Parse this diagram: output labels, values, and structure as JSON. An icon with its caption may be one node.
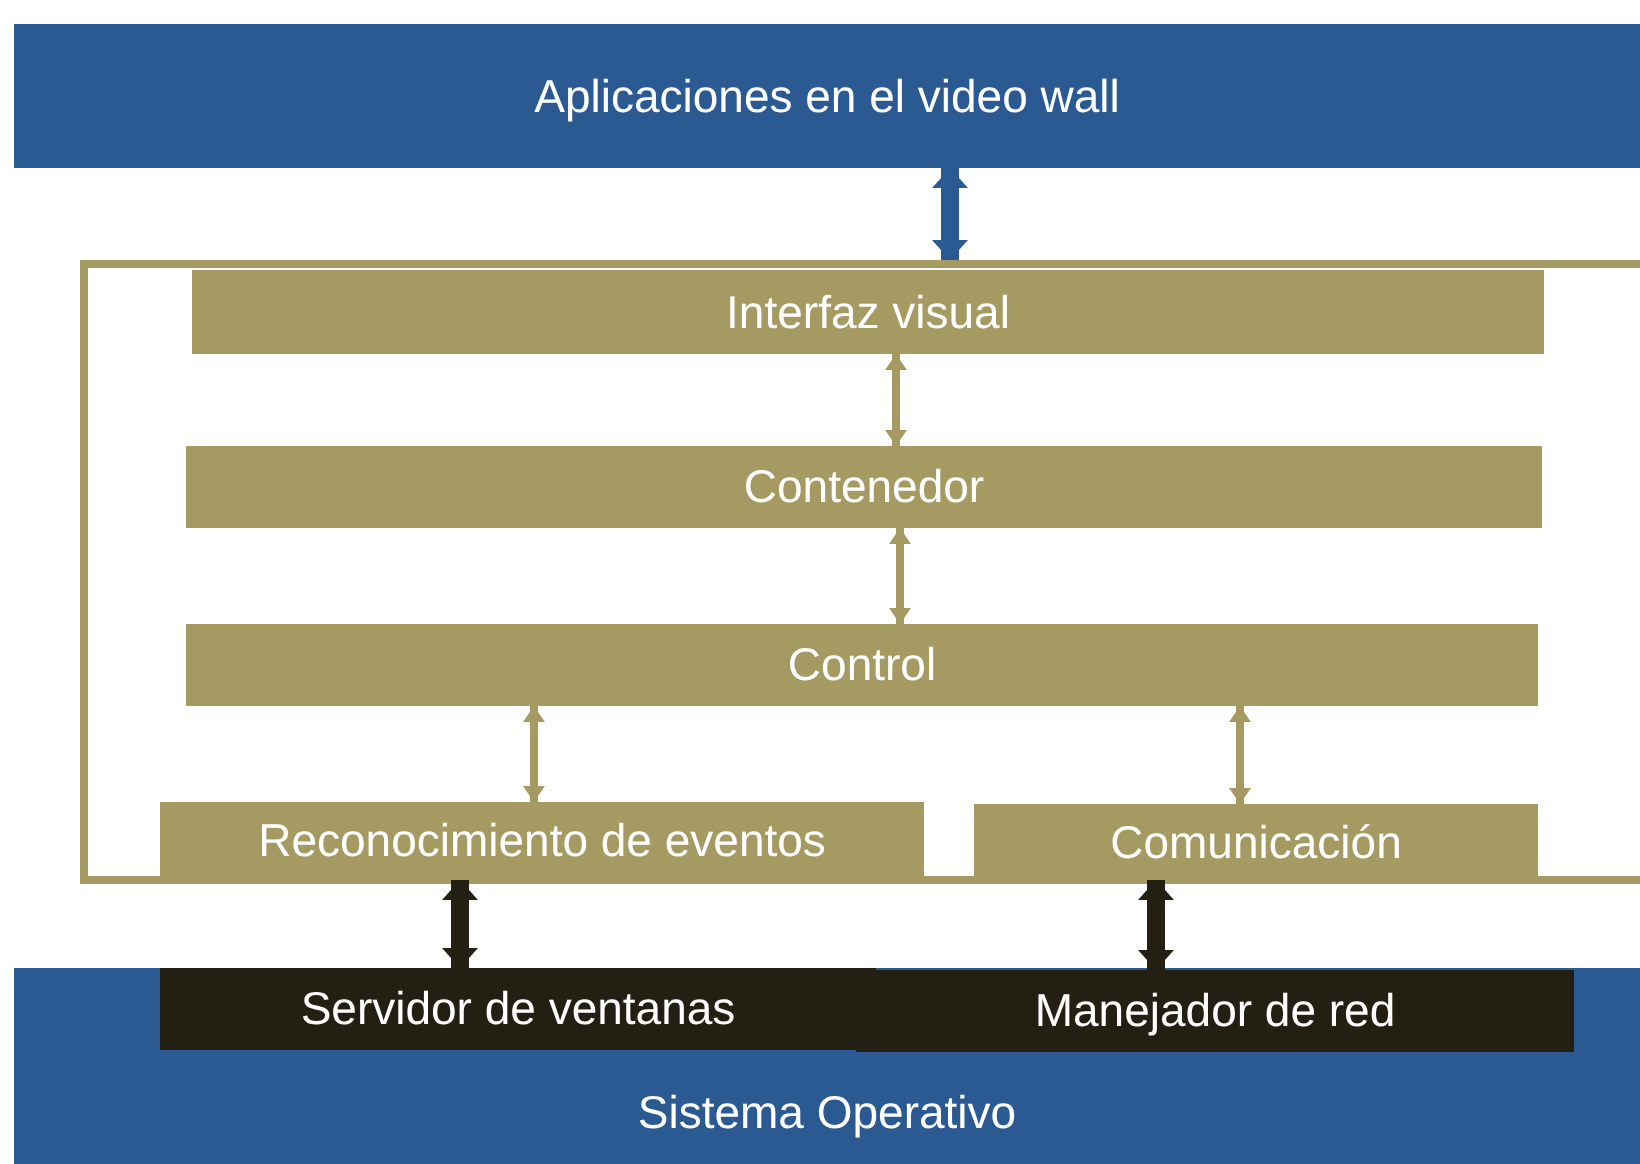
{
  "diagram": {
    "nodes": [
      {
        "text": [
          "Aplicaciones en el video wall"
        ]
      },
      {
        "text": [],
        "shape": "box"
      },
      {
        "text": [
          "Interfaz visual"
        ],
        "in": 1
      },
      {
        "text": [
          "Contenedor"
        ],
        "in": 1
      },
      {
        "text": [
          "Control"
        ],
        "in": 1
      },
      {
        "text": [
          "Reconocimiento de eventos"
        ],
        "in": 1
      },
      {
        "text": [
          "Comunicación"
        ],
        "in": 1
      },
      {
        "text": [
          "Sistema Operativo"
        ]
      },
      {
        "text": [
          "Servidor de ventanas"
        ],
        "in": 7
      },
      {
        "text": [
          "Manejador de red"
        ],
        "in": 7
      }
    ],
    "edges": [
      {
        "from": 0,
        "to": 1,
        "arrow": "both",
        "style": "thick",
        "color": "#2a5a91"
      },
      {
        "from": 2,
        "to": 3,
        "arrow": "both"
      },
      {
        "from": 3,
        "to": 4,
        "arrow": "both"
      },
      {
        "from": 4,
        "to": 5,
        "arrow": "both"
      },
      {
        "from": 4,
        "to": 6,
        "arrow": "both"
      },
      {
        "from": 5,
        "to": 8,
        "arrow": "both",
        "style": "thick",
        "color": "#231f12"
      },
      {
        "from": 6,
        "to": 9,
        "arrow": "both",
        "style": "thick",
        "color": "#231f12"
      }
    ]
  }
}
